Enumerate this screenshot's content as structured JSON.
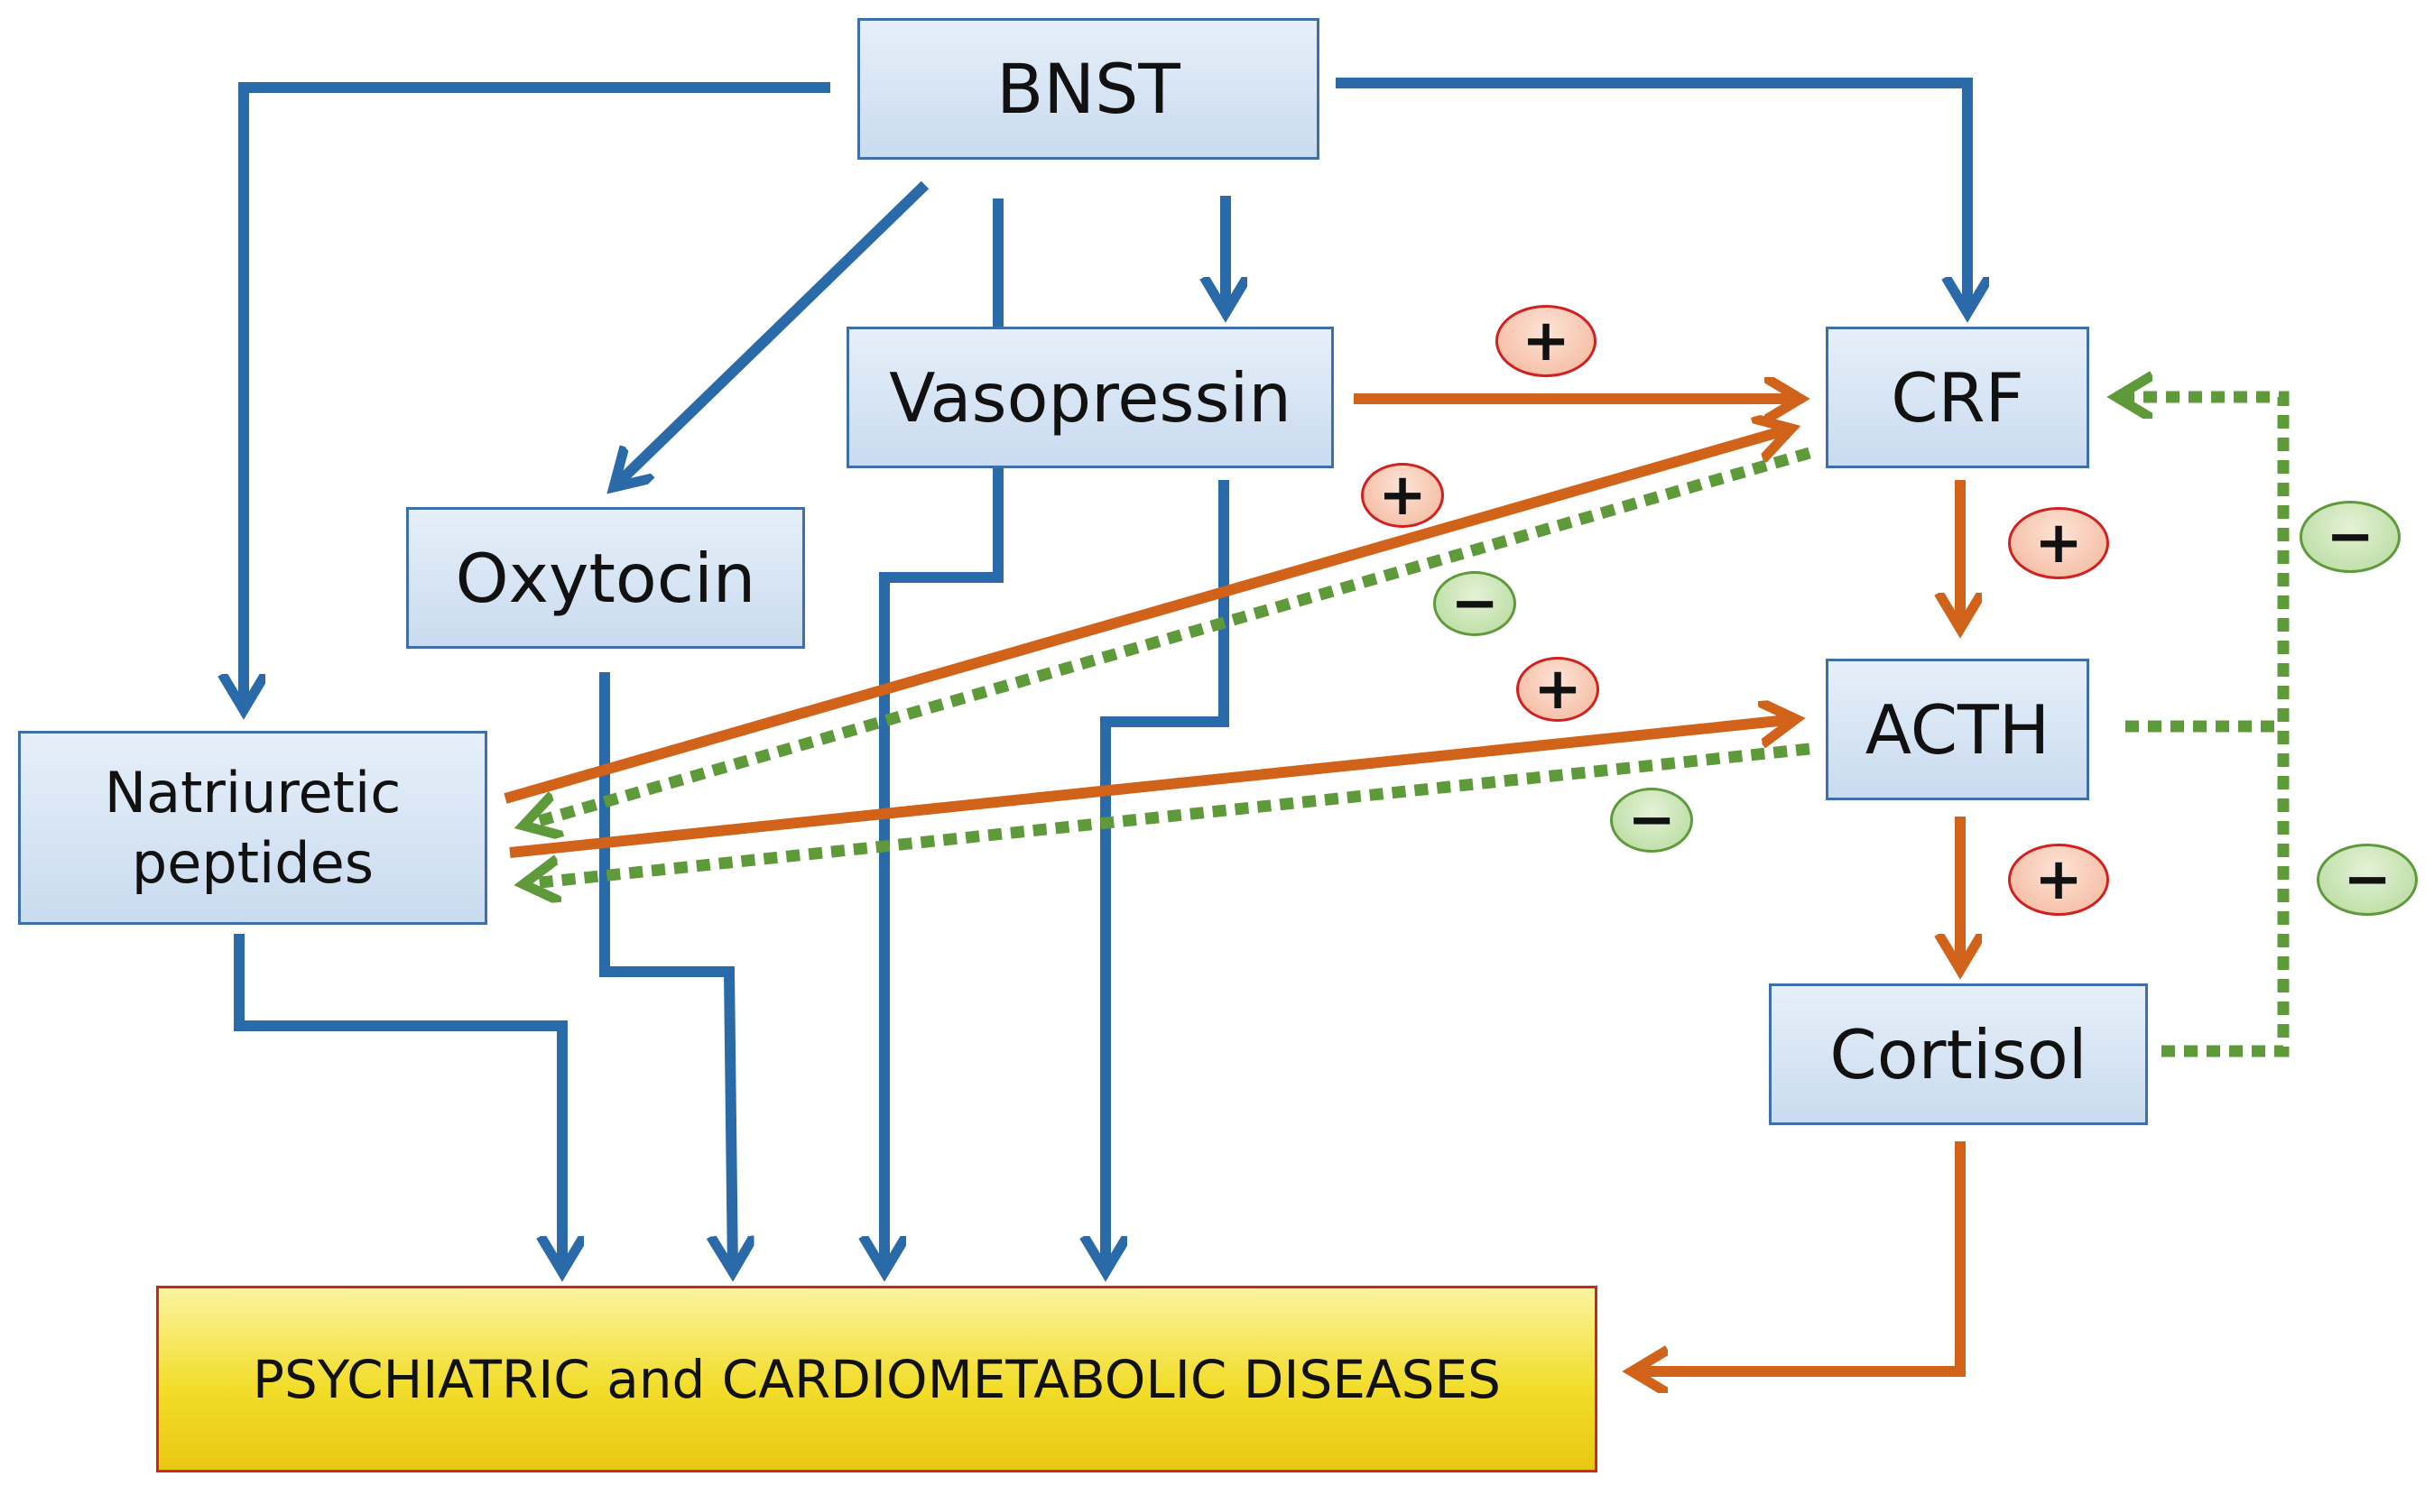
{
  "nodes": {
    "bnst": "BNST",
    "vasopressin": "Vasopressin",
    "oxytocin": "Oxytocin",
    "natriuretic_line1": "Natriuretic",
    "natriuretic_line2": "peptides",
    "crf": "CRF",
    "acth": "ACTH",
    "cortisol": "Cortisol",
    "diseases": "PSYCHIATRIC and CARDIOMETABOLIC DISEASES"
  },
  "signs": {
    "plus": "+",
    "minus": "−"
  },
  "colors": {
    "blue_arrow": "#2a6aa8",
    "orange_arrow": "#d0621a",
    "green_dotted": "#5e9a3a",
    "box_border": "#3f6fa8",
    "disease_border": "#c8281e",
    "disease_fill": "#f2dd2a"
  }
}
